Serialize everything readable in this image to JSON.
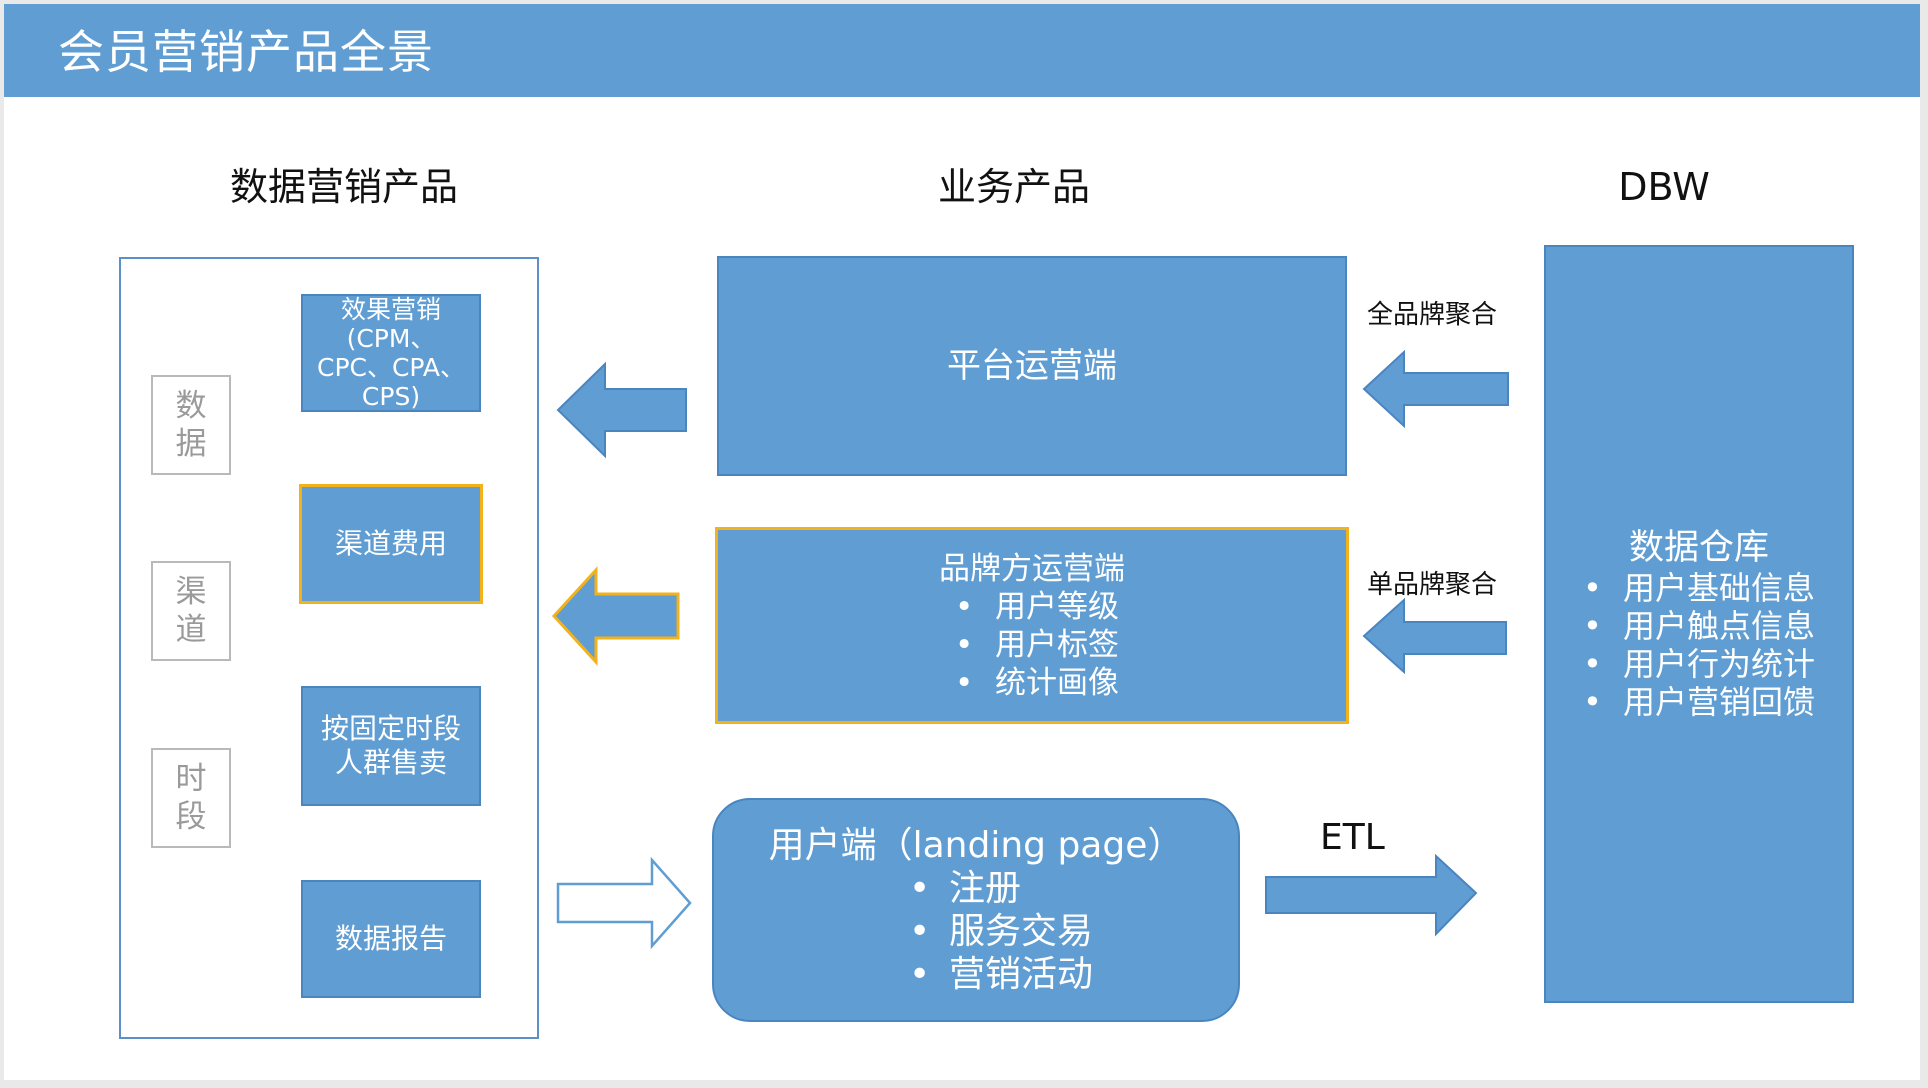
{
  "header": {
    "title": "会员营销产品全景"
  },
  "columns": {
    "data_products": "数据营销产品",
    "business_products": "业务产品",
    "dbw": "DBW"
  },
  "dimension_labels": [
    {
      "chars": [
        "数",
        "据"
      ]
    },
    {
      "chars": [
        "渠",
        "道"
      ]
    },
    {
      "chars": [
        "时",
        "段"
      ]
    }
  ],
  "data_products": {
    "effect_marketing": [
      "效果营销",
      "(CPM、",
      "CPC、CPA、",
      "CPS)"
    ],
    "channel_fee": "渠道费用",
    "fixed_time": [
      "按固定时段",
      "人群售卖"
    ],
    "data_report": "数据报告"
  },
  "business": {
    "platform": "平台运营端",
    "brand": {
      "title": "品牌方运营端",
      "items": [
        "用户等级",
        "用户标签",
        "统计画像"
      ]
    },
    "user": {
      "title": "用户端（landing page）",
      "items": [
        "注册",
        "服务交易",
        "营销活动"
      ]
    }
  },
  "warehouse": {
    "title": "数据仓库",
    "items": [
      "用户基础信息",
      "用户触点信息",
      "用户行为统计",
      "用户营销回馈"
    ]
  },
  "arrow_labels": {
    "all_brand": "全品牌聚合",
    "single_brand": "单品牌聚合",
    "etl": "ETL"
  },
  "colors": {
    "header_blue": "#5f9dd3",
    "box_blue": "#5f9dd3",
    "highlight_gold": "#f2b21b"
  }
}
